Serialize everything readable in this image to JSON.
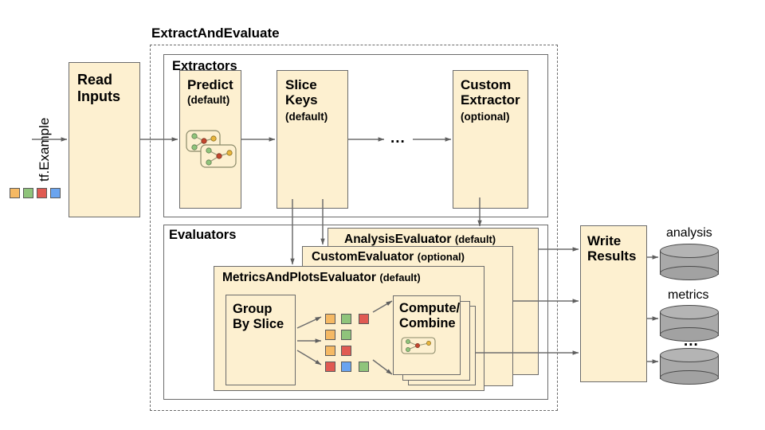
{
  "diagram": {
    "title": "ExtractAndEvaluate",
    "input_label": "tf.Example",
    "ellipsis": "...",
    "colors": {
      "box_fill": "#fdf0d0",
      "box_stroke": "#6b6b6b",
      "cylinder_fill": "#a9a9a9",
      "chip_orange": "#f5b964",
      "chip_green": "#8fc47b",
      "chip_red": "#e05a52",
      "chip_blue": "#6aa4ef",
      "arrow": "#666666"
    },
    "input_chips": [
      "orange",
      "green",
      "red",
      "blue"
    ],
    "read_inputs": {
      "line1": "Read",
      "line2": "Inputs"
    },
    "extractors": {
      "label": "Extractors",
      "boxes": [
        {
          "title_line1": "Predict",
          "title_line2": "",
          "note": "(default)",
          "has_graph_glyph": true
        },
        {
          "title_line1": "Slice",
          "title_line2": "Keys",
          "note": "(default)",
          "has_graph_glyph": false
        },
        {
          "title_line1": "Custom",
          "title_line2": "Extractor",
          "note": "(optional)",
          "has_graph_glyph": false
        }
      ]
    },
    "evaluators": {
      "label": "Evaluators",
      "cards": [
        {
          "name": "AnalysisEvaluator",
          "note": "(default)"
        },
        {
          "name": "CustomEvaluator",
          "note": "(optional)"
        },
        {
          "name": "MetricsAndPlotsEvaluator",
          "note": "(default)"
        }
      ],
      "group_by_slice": {
        "line1": "Group",
        "line2": "By Slice"
      },
      "compute_combine": {
        "line1": "Compute/",
        "line2": "Combine"
      },
      "slice_chip_rows": [
        [
          "orange",
          "green",
          "red"
        ],
        [
          "orange",
          "green"
        ],
        [
          "orange",
          "red"
        ],
        [
          "red",
          "blue",
          "green"
        ]
      ]
    },
    "write_results": {
      "line1": "Write",
      "line2": "Results"
    },
    "outputs": [
      {
        "label": "analysis"
      },
      {
        "label": "metrics"
      },
      {
        "label": "..."
      }
    ]
  }
}
